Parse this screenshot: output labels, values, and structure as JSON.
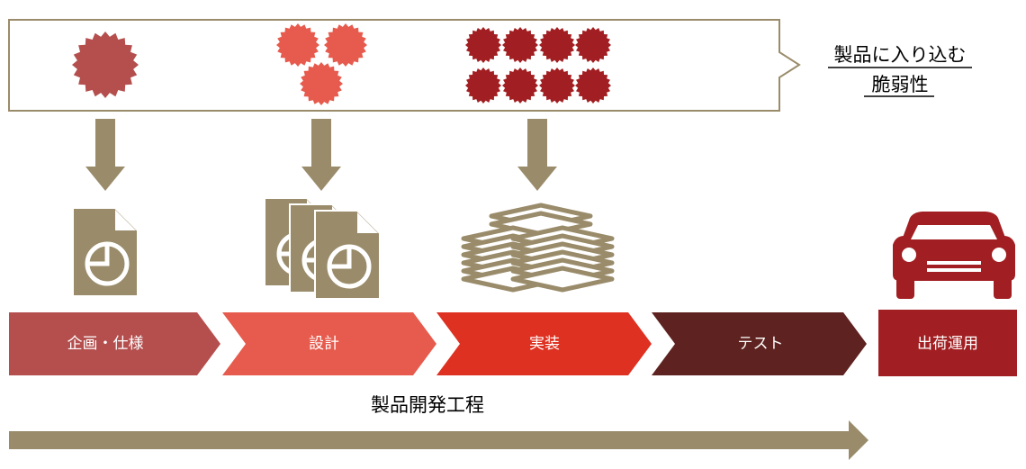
{
  "callout": {
    "line1": "製品に入り込む",
    "line2": "脆弱性"
  },
  "stages": [
    {
      "label": "企画・仕様",
      "color": "#B44F4E"
    },
    {
      "label": "設計",
      "color": "#E65B4D"
    },
    {
      "label": "実装",
      "color": "#DE3121"
    },
    {
      "label": "テスト",
      "color": "#5E2320"
    }
  ],
  "release": {
    "label": "出荷運用",
    "color": "#A11F22"
  },
  "process_caption": "製品開発工程",
  "colors": {
    "olive": "#9A8C6B",
    "border": "#9A8C6B"
  },
  "vulnerability_counts": [
    1,
    3,
    8
  ]
}
